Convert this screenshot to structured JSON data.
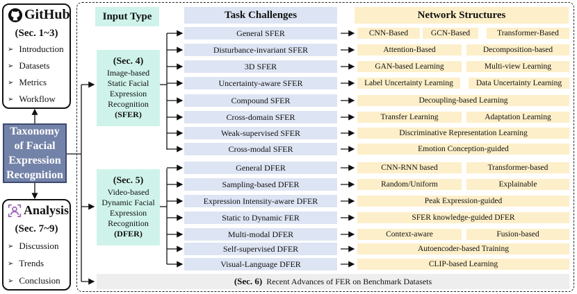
{
  "github": {
    "title": "GitHub",
    "sec": "(Sec. 1~3)",
    "items": [
      "Introduction",
      "Datasets",
      "Metrics",
      "Workflow"
    ]
  },
  "taxonomy": {
    "lines": [
      "Taxonomy",
      "of Facial",
      "Expression",
      "Recognition"
    ]
  },
  "analysis": {
    "title": "Analysis",
    "sec": "(Sec. 7~9)",
    "items": [
      "Discussion",
      "Trends",
      "Conclusion"
    ]
  },
  "headers": {
    "input_type": "Input Type",
    "task_challenges": "Task Challenges",
    "network_structures": "Network Structures"
  },
  "sfer": {
    "sec": "(Sec. 4)",
    "lines": [
      "Image-based",
      "Static Facial",
      "Expression",
      "Recognition"
    ],
    "abbr": "(SFER)",
    "rows": [
      {
        "task": "General SFER",
        "nets": [
          "CNN-Based",
          "GCN-Based",
          "Transformer-Based"
        ]
      },
      {
        "task": "Disturbance-invariant SFER",
        "nets": [
          "Attention-Based",
          "Decomposition-based"
        ]
      },
      {
        "task": "3D SFER",
        "nets": [
          "GAN-based Learning",
          "Multi-view Learning"
        ]
      },
      {
        "task": "Uncertainty-aware SFER",
        "nets": [
          "Label Uncertainty Learning",
          "Data Uncertainty Learning"
        ]
      },
      {
        "task": "Compound SFER",
        "nets": [
          "Decoupling-based  Learning"
        ]
      },
      {
        "task": "Cross-domain SFER",
        "nets": [
          "Transfer Learning",
          "Adaptation Learning"
        ]
      },
      {
        "task": "Weak-supervised SFER",
        "nets": [
          "Discriminative Representation Learning"
        ]
      },
      {
        "task": "Cross-modal SFER",
        "nets": [
          "Emotion Conception-guided"
        ]
      }
    ]
  },
  "dfer": {
    "sec": "(Sec. 5)",
    "lines": [
      "Video-based",
      "Dynamic Facial",
      "Expression",
      "Recognition"
    ],
    "abbr": "(DFER)",
    "rows": [
      {
        "task": "General DFER",
        "nets": [
          "CNN-RNN based",
          "Transformer-based"
        ]
      },
      {
        "task": "Sampling-based DFER",
        "nets": [
          "Random/Uniform",
          "Explainable"
        ]
      },
      {
        "task": "Expression Intensity-aware DFER",
        "nets": [
          "Peak Expression-guided"
        ]
      },
      {
        "task": "Static to Dynamic FER",
        "nets": [
          "SFER knowledge-guided DFER"
        ]
      },
      {
        "task": "Multi-modal DFER",
        "nets": [
          "Context-aware",
          "Fusion-based"
        ]
      },
      {
        "task": "Self-supervised DFER",
        "nets": [
          "Autoencoder-based Training"
        ]
      },
      {
        "task": "Visual-Language DFER",
        "nets": [
          "CLIP-based Learning"
        ]
      }
    ]
  },
  "benchmark": {
    "sec": "(Sec. 6)",
    "text": "Recent Advances of FER on Benchmark Datasets"
  },
  "colors": {
    "teal": "#cff3ea",
    "blue": "#dde4f3",
    "yellow": "#fdefc9",
    "taxonomy": "#7382a8",
    "benchmark": "#eeeeee"
  }
}
